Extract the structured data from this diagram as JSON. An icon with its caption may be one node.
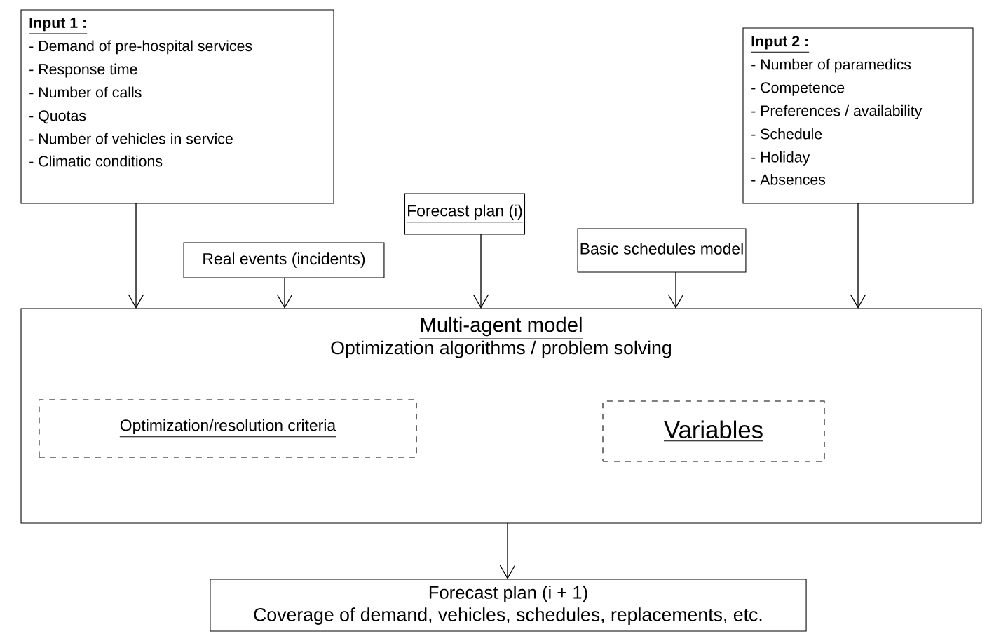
{
  "diagram": {
    "nodes": [
      {
        "text": [
          "Input 1 :",
          "- Demand of pre-hospital services",
          "- Response time",
          "- Number of calls",
          "- Quotas",
          "- Number of vehicles in service",
          "- Climatic conditions"
        ]
      },
      {
        "text": [
          "Real events (incidents)"
        ]
      },
      {
        "text": [
          "Forecast plan (i)"
        ]
      },
      {
        "text": [
          "Basic schedules model"
        ]
      },
      {
        "text": [
          "Input 2 :",
          "- Number of paramedics",
          "- Competence",
          "- Preferences / availability",
          "- Schedule",
          "- Holiday",
          "- Absences"
        ]
      },
      {
        "text": [
          "Multi-agent model",
          "Optimization algorithms / problem solving"
        ]
      },
      {
        "text": [
          "Optimization/resolution criteria"
        ],
        "in": 5
      },
      {
        "text": [
          "Variables"
        ],
        "in": 5
      },
      {
        "text": [
          "Forecast plan (i + 1)",
          "Coverage of demand, vehicles, schedules, replacements, etc."
        ]
      }
    ],
    "edges": [
      {
        "from": 0,
        "to": 5,
        "arrow": "to"
      },
      {
        "from": 1,
        "to": 5,
        "arrow": "to"
      },
      {
        "from": 2,
        "to": 5,
        "arrow": "to"
      },
      {
        "from": 3,
        "to": 5,
        "arrow": "to"
      },
      {
        "from": 4,
        "to": 5,
        "arrow": "to"
      },
      {
        "from": 5,
        "to": 8,
        "arrow": "to"
      }
    ]
  }
}
